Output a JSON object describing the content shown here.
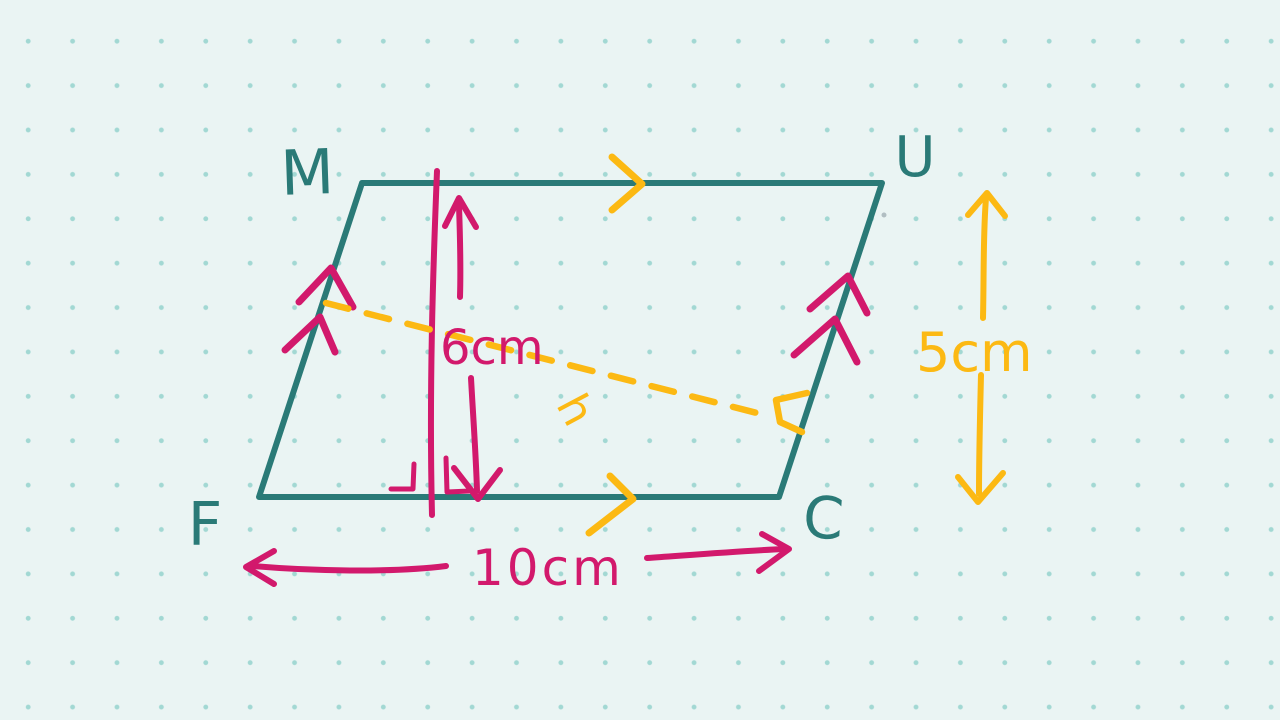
{
  "diagram": {
    "type": "hand-drawn parallelogram with measurements",
    "vertices": {
      "top_left": "M",
      "top_right": "U",
      "bottom_right": "C",
      "bottom_left": "F"
    },
    "measurements": {
      "inner_height": "6cm",
      "base": "10cm",
      "slant_side": "5cm",
      "height_symbol": "h"
    }
  },
  "colors": {
    "background": "#eaf4f3",
    "grid_dot": "#a2d8d3",
    "shape_teal": "#2a7a77",
    "accent_pink": "#d2196c",
    "accent_yellow": "#fcb913",
    "speck_gray": "#8b9aa2"
  }
}
